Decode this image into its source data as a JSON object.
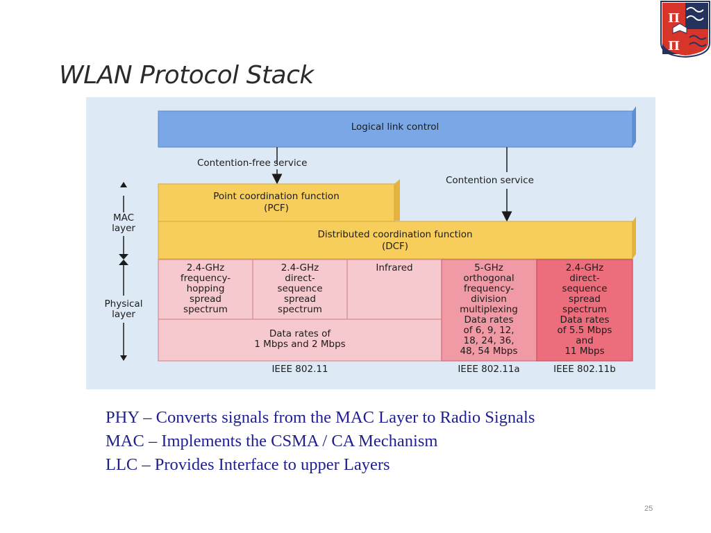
{
  "slide": {
    "title": "WLAN Protocol Stack",
    "page_number": "25"
  },
  "logo": {
    "icon": "university-crest-icon",
    "letters": [
      "Π",
      "Π"
    ],
    "colors": {
      "red": "#d8352a",
      "navy": "#24325e",
      "white": "#ffffff"
    }
  },
  "diagram": {
    "colors": {
      "background": "#dde9f5",
      "llc_blue": "#6f9ee0",
      "coordination_yellow": "#f7cd5b",
      "phy_light": "#f6c9cf",
      "phy_dark": "#ec6e7c",
      "phy_medium": "#f09aa6",
      "border": "#7d8fb0"
    },
    "llc": "Logical link control",
    "contention_free": "Contention-free service",
    "contention": "Contention service",
    "pcf": [
      "Point coordination function",
      "(PCF)"
    ],
    "dcf": [
      "Distributed coordination function",
      "(DCF)"
    ],
    "mac_layer": [
      "MAC",
      "layer"
    ],
    "physical_layer": [
      "Physical",
      "layer"
    ],
    "phy_fhss": [
      "2.4-GHz",
      "frequency-",
      "hopping",
      "spread",
      "spectrum"
    ],
    "phy_dsss": [
      "2.4-GHz",
      "direct-",
      "sequence",
      "spread",
      "spectrum"
    ],
    "phy_infrared": [
      "Infrared"
    ],
    "phy_ofdm": [
      "5-GHz",
      "orthogonal",
      "frequency-",
      "division",
      "multiplexing",
      "Data rates",
      "of 6, 9, 12,",
      "18, 24, 36,",
      "48, 54 Mbps"
    ],
    "phy_dsss_b": [
      "2.4-GHz",
      "direct-",
      "sequence",
      "spread",
      "spectrum",
      "Data rates",
      "of 5.5 Mbps",
      "and",
      "11 Mbps"
    ],
    "data_rates": [
      "Data rates of",
      "1 Mbps and 2 Mbps"
    ],
    "standards": [
      "IEEE 802.11",
      "IEEE 802.11a",
      "IEEE 802.11b"
    ]
  },
  "notes": [
    "PHY – Converts signals from the MAC Layer to Radio Signals",
    "MAC – Implements the CSMA / CA Mechanism",
    "LLC – Provides Interface to upper Layers"
  ]
}
